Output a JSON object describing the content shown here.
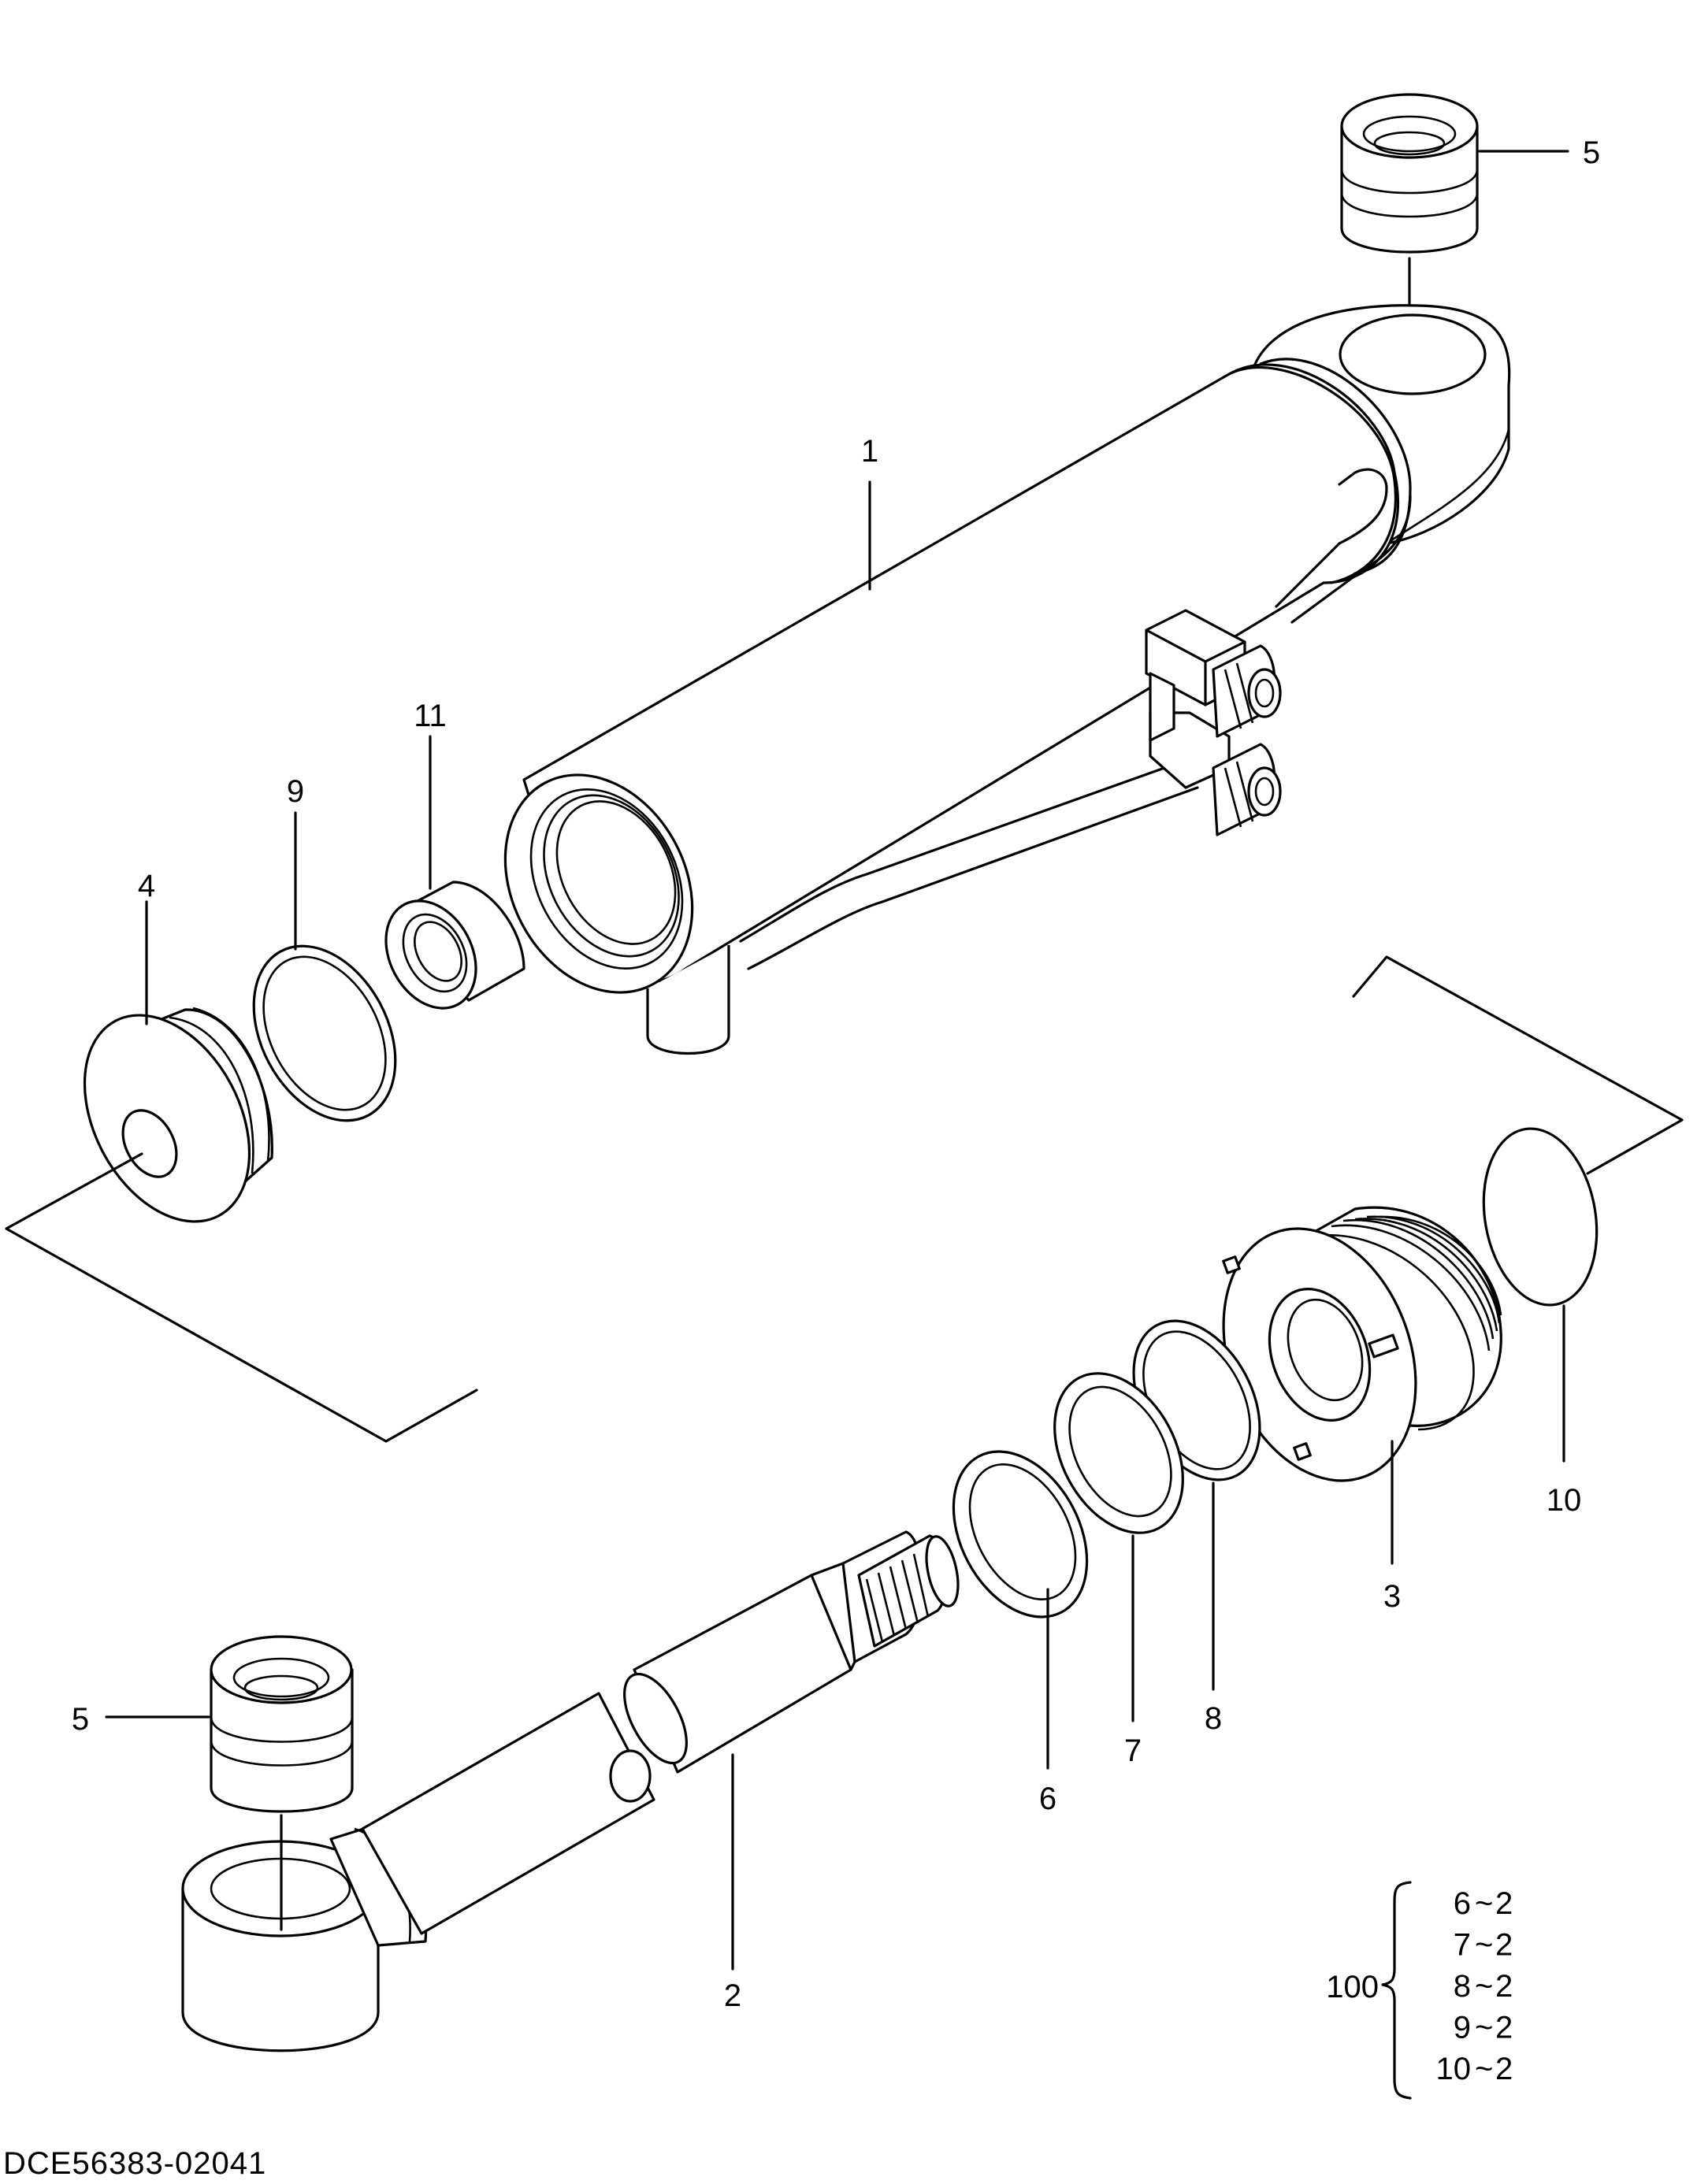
{
  "callouts": {
    "p1": "1",
    "p2": "2",
    "p3": "3",
    "p4": "4",
    "p5_top": "5",
    "p5_bottom": "5",
    "p6": "6",
    "p7": "7",
    "p8": "8",
    "p9": "9",
    "p10": "10",
    "p11": "11"
  },
  "kit": {
    "number": "100",
    "items": [
      {
        "part": "6",
        "sep": "~",
        "qty": "2"
      },
      {
        "part": "7",
        "sep": "~",
        "qty": "2"
      },
      {
        "part": "8",
        "sep": "~",
        "qty": "2"
      },
      {
        "part": "9",
        "sep": "~",
        "qty": "2"
      },
      {
        "part": "10",
        "sep": "~",
        "qty": "2"
      }
    ]
  },
  "drawing_code": "DCE56383-02041"
}
